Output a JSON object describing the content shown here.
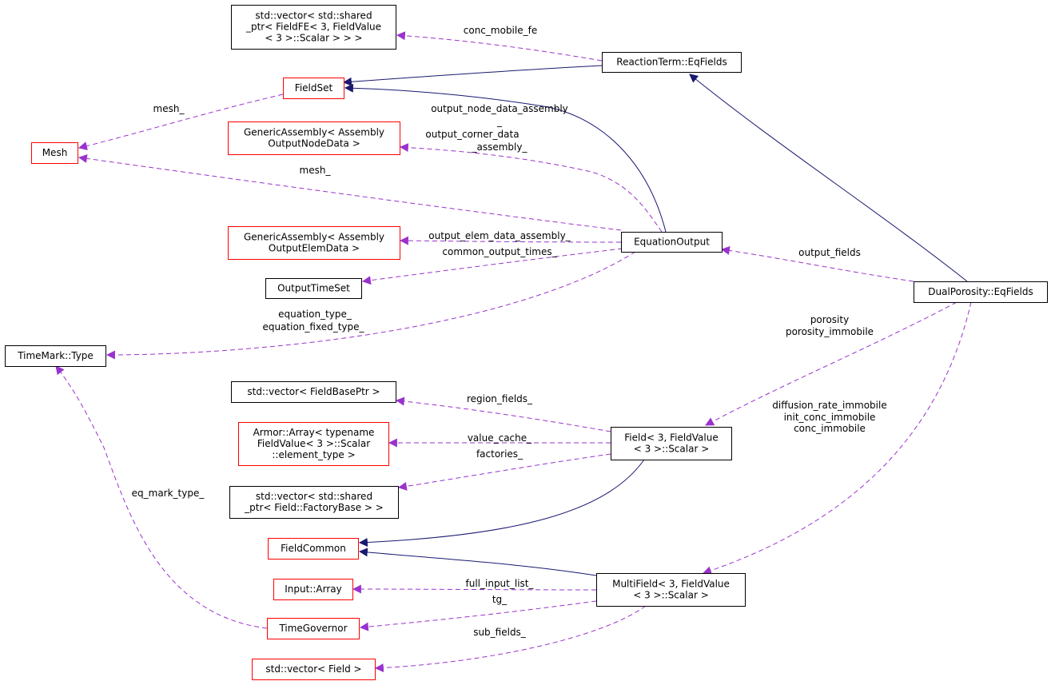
{
  "colors": {
    "inherit": "#191970",
    "usage": "#9a32cd",
    "border_black": "#000000",
    "border_red": "#ff0000",
    "highlight_fill": "#bfbfbf"
  },
  "nodes": {
    "std_vector_shared_fieldfe": {
      "lines": [
        "std::vector< std::shared",
        "_ptr< FieldFE< 3, FieldValue",
        "< 3 >::Scalar > > >"
      ],
      "border": "black"
    },
    "reactionterm_eqfields": {
      "lines": [
        "ReactionTerm::EqFields"
      ],
      "border": "black"
    },
    "fieldset": {
      "lines": [
        "FieldSet"
      ],
      "border": "red"
    },
    "mesh": {
      "lines": [
        "Mesh"
      ],
      "border": "red"
    },
    "genericassembly_nodedata": {
      "lines": [
        "GenericAssembly< Assembly",
        "OutputNodeData >"
      ],
      "border": "red"
    },
    "equationoutput": {
      "lines": [
        "EquationOutput"
      ],
      "border": "black"
    },
    "genericassembly_elemdata": {
      "lines": [
        "GenericAssembly< Assembly",
        "OutputElemData >"
      ],
      "border": "red"
    },
    "outputtimeset": {
      "lines": [
        "OutputTimeSet"
      ],
      "border": "black"
    },
    "dualporosity_eqfields": {
      "lines": [
        "DualPorosity::EqFields"
      ],
      "border": "black",
      "highlight": true
    },
    "timemark_type": {
      "lines": [
        "TimeMark::Type"
      ],
      "border": "black"
    },
    "std_vector_fieldbaseptr": {
      "lines": [
        "std::vector< FieldBasePtr >"
      ],
      "border": "black"
    },
    "armor_array": {
      "lines": [
        "Armor::Array< typename",
        "FieldValue< 3 >::Scalar",
        "::element_type >"
      ],
      "border": "red"
    },
    "field_scalar": {
      "lines": [
        "Field< 3, FieldValue",
        "< 3 >::Scalar >"
      ],
      "border": "black"
    },
    "std_vector_factorybase": {
      "lines": [
        "std::vector< std::shared",
        "_ptr< Field::FactoryBase > >"
      ],
      "border": "black"
    },
    "fieldcommon": {
      "lines": [
        "FieldCommon"
      ],
      "border": "red"
    },
    "input_array": {
      "lines": [
        "Input::Array"
      ],
      "border": "red"
    },
    "multifield_scalar": {
      "lines": [
        "MultiField< 3, FieldValue",
        "< 3 >::Scalar >"
      ],
      "border": "black"
    },
    "timegovernor": {
      "lines": [
        "TimeGovernor"
      ],
      "border": "red"
    },
    "std_vector_field": {
      "lines": [
        "std::vector< Field >"
      ],
      "border": "red"
    }
  },
  "edges": {
    "e1": {
      "kind": "usage",
      "labels": [
        "conc_mobile_fe"
      ]
    },
    "e2": {
      "kind": "inherit",
      "labels": []
    },
    "e3": {
      "kind": "inherit",
      "labels": []
    },
    "e4": {
      "kind": "usage",
      "labels": [
        "mesh_"
      ]
    },
    "e5": {
      "kind": "usage",
      "labels": [
        "mesh_"
      ]
    },
    "e6": {
      "kind": "usage",
      "labels": [
        "output_node_data_assembly",
        "_",
        "output_corner_data",
        "_assembly_"
      ]
    },
    "e7": {
      "kind": "inherit",
      "labels": []
    },
    "e8": {
      "kind": "usage",
      "labels": [
        "output_elem_data_assembly_"
      ]
    },
    "e9": {
      "kind": "usage",
      "labels": [
        "common_output_times_"
      ]
    },
    "e10": {
      "kind": "usage",
      "labels": [
        "equation_type_",
        "equation_fixed_type_"
      ]
    },
    "e11": {
      "kind": "usage",
      "labels": [
        "output_fields"
      ]
    },
    "e12": {
      "kind": "usage",
      "labels": [
        "porosity",
        "porosity_immobile"
      ]
    },
    "e13": {
      "kind": "usage",
      "labels": [
        "diffusion_rate_immobile",
        "init_conc_immobile",
        "conc_immobile"
      ]
    },
    "e14": {
      "kind": "usage",
      "labels": [
        "region_fields_"
      ]
    },
    "e15": {
      "kind": "usage",
      "labels": [
        "value_cache_"
      ]
    },
    "e16": {
      "kind": "usage",
      "labels": [
        "factories_"
      ]
    },
    "e17": {
      "kind": "inherit",
      "labels": []
    },
    "e18": {
      "kind": "inherit",
      "labels": []
    },
    "e19": {
      "kind": "usage",
      "labels": [
        "eq_mark_type_"
      ]
    },
    "e20": {
      "kind": "usage",
      "labels": [
        "full_input_list_"
      ]
    },
    "e21": {
      "kind": "usage",
      "labels": [
        "tg_"
      ]
    },
    "e22": {
      "kind": "usage",
      "labels": [
        "sub_fields_"
      ]
    }
  }
}
